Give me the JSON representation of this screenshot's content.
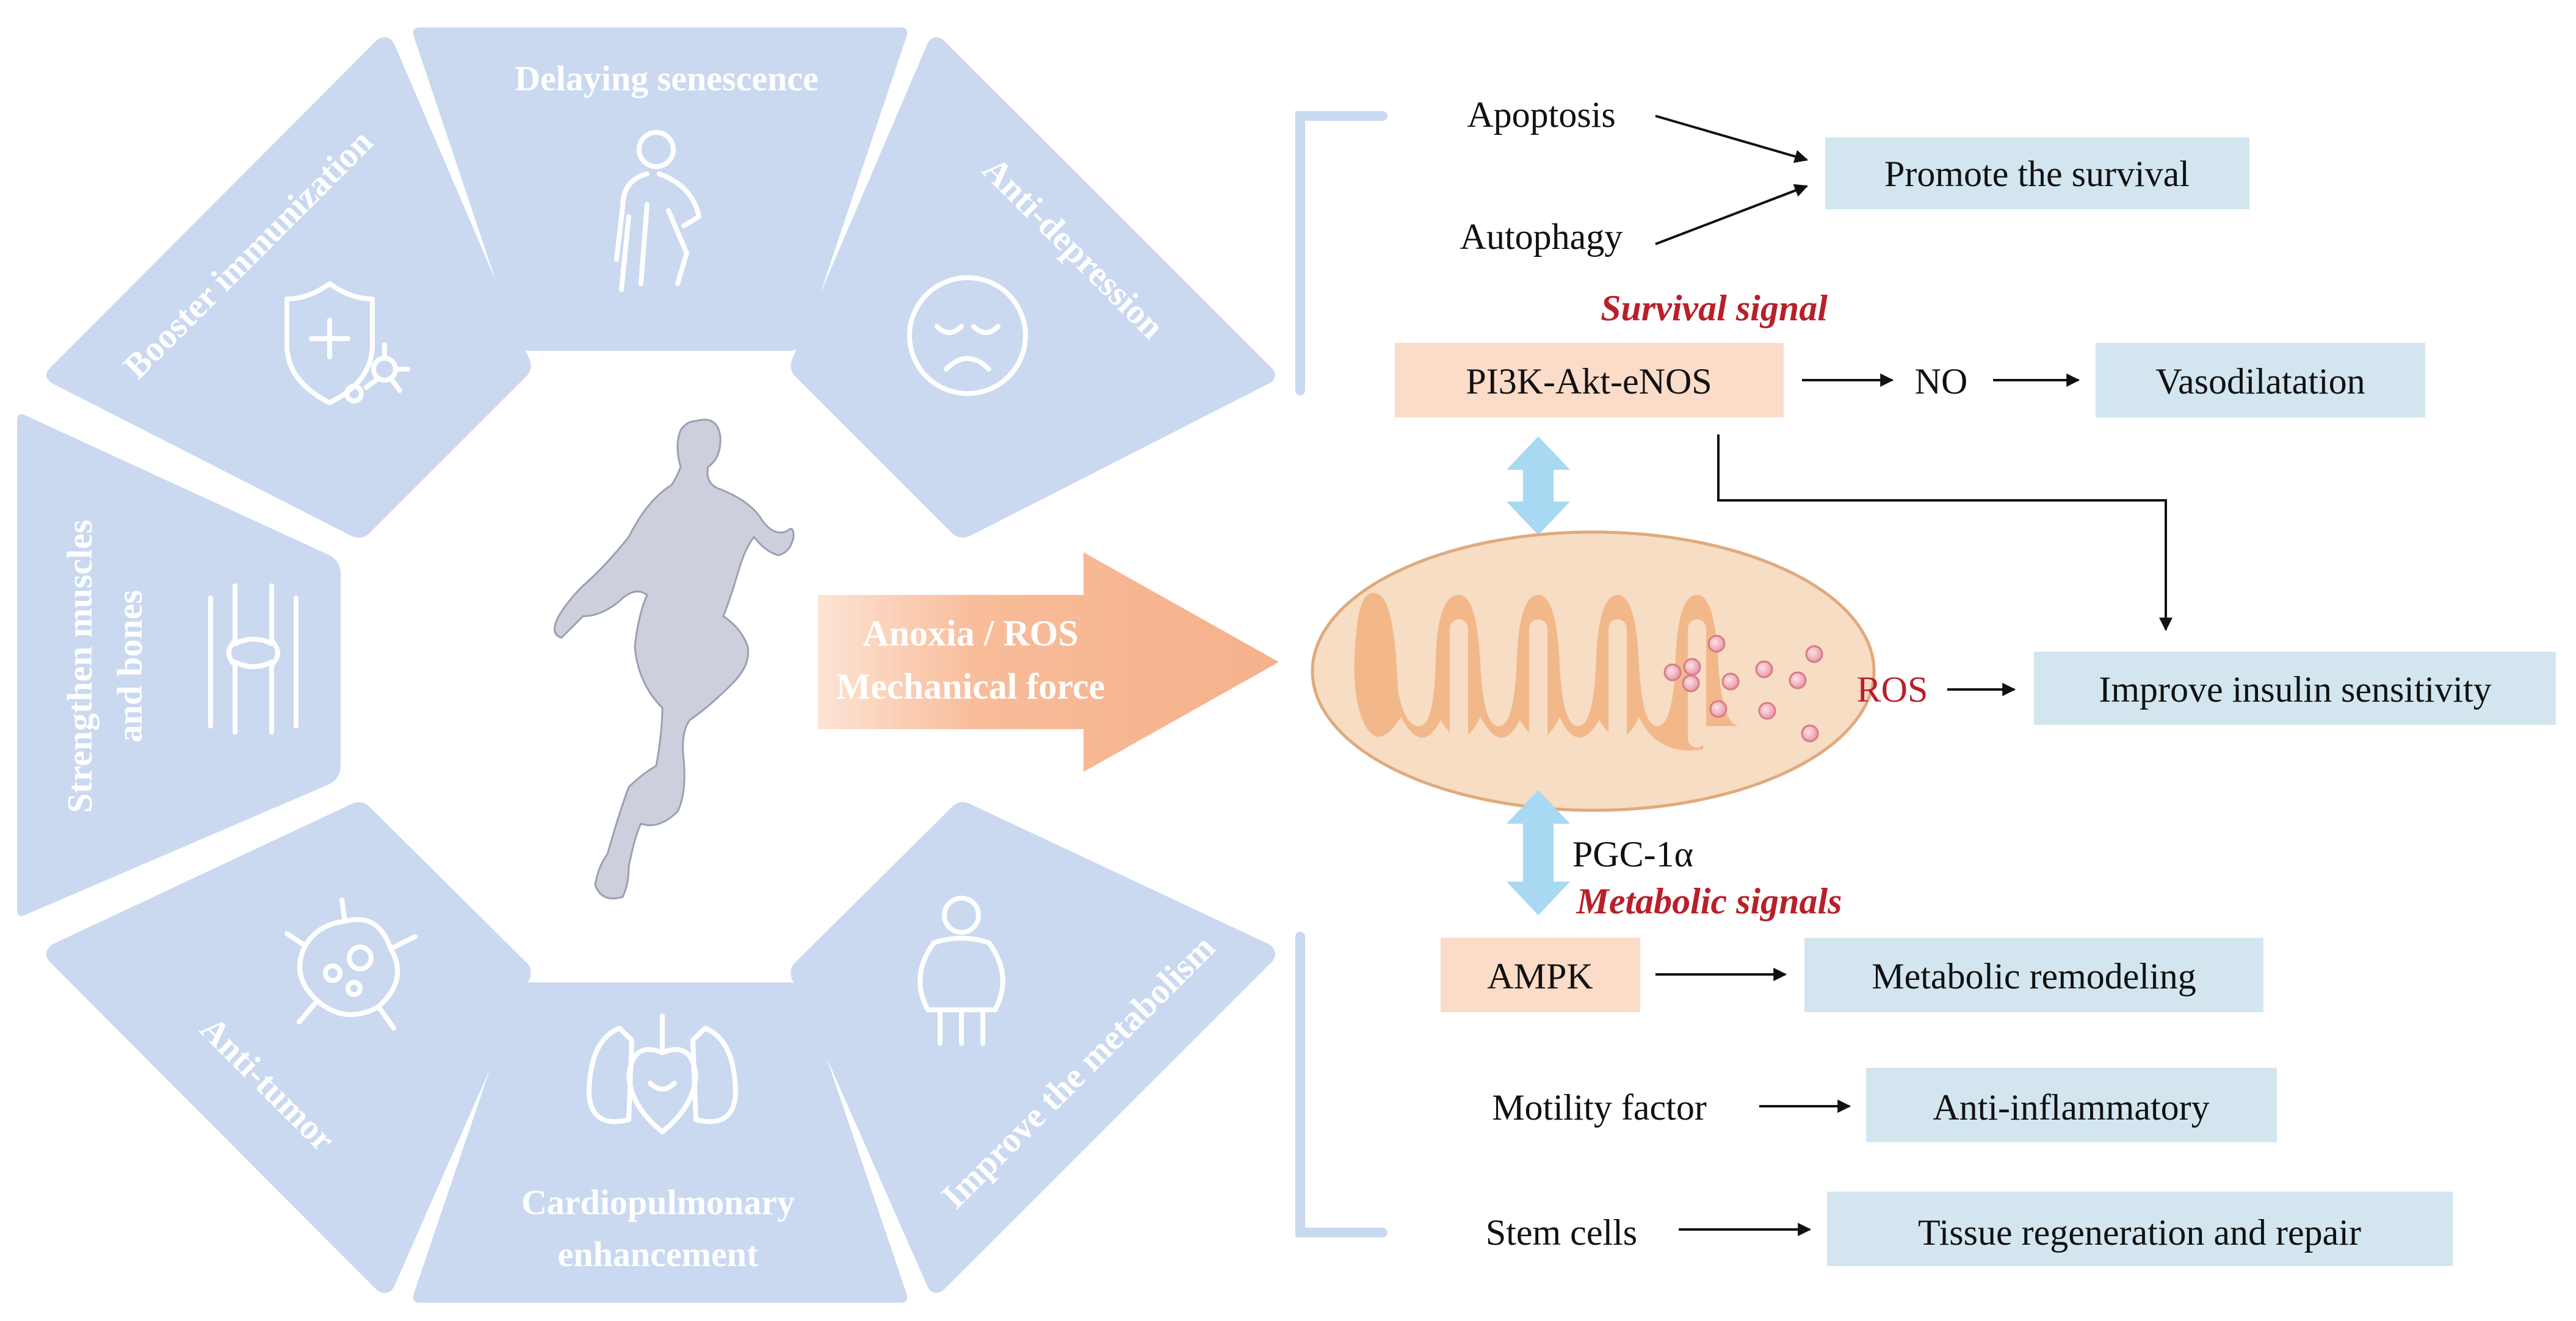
{
  "segments": {
    "delaying_senescence": "Delaying senescence",
    "anti_depression": "Anti-depression",
    "booster_immunization": "Booster immunization",
    "strengthen_line1": "Strengthen muscles",
    "strengthen_line2": "and bones",
    "improve_metabolism": "Improve the metabolism",
    "anti_tumor": "Anti-tumor",
    "cardio_line1": "Cardiopulmonary",
    "cardio_line2": "enhancement"
  },
  "big_arrow": {
    "line1": "Anoxia / ROS",
    "line2": "Mechanical force"
  },
  "pathway": {
    "apoptosis": "Apoptosis",
    "autophagy": "Autophagy",
    "promote_survival": "Promote the survival",
    "survival_signal": "Survival signal",
    "pi3k": "PI3K-Akt-eNOS",
    "no": "NO",
    "vasodilatation": "Vasodilatation",
    "ros": "ROS",
    "insulin": "Improve insulin sensitivity",
    "pgc": "PGC-1α",
    "metabolic_signals": "Metabolic signals",
    "ampk": "AMPK",
    "metabolic_remodeling": "Metabolic remodeling",
    "motility_factor": "Motility factor",
    "anti_inflammatory": "Anti-inflammatory",
    "stem_cells": "Stem cells",
    "tissue_regen": "Tissue regeneration and repair"
  },
  "colors": {
    "segment_fill": "#cad9f0",
    "blue_box": "#d3e6ef",
    "orange_box": "#fbdcc8",
    "arrow_orange": "#f8b995",
    "mito_outer": "#f6ddc4",
    "mito_inner": "#f2b88a",
    "double_arrow": "#a9d8f2",
    "ros_red": "#b8202a",
    "runner": "#cdd0dc"
  },
  "icons": {
    "senescence": "elderly-person-icon",
    "depression": "sad-face-icon",
    "immunization": "shield-virus-icon",
    "strengthen": "joint-bones-icon",
    "metabolism": "obese-person-icon",
    "tumor": "tumor-cell-icon",
    "cardio": "heart-lungs-icon",
    "runner": "running-person-icon"
  }
}
